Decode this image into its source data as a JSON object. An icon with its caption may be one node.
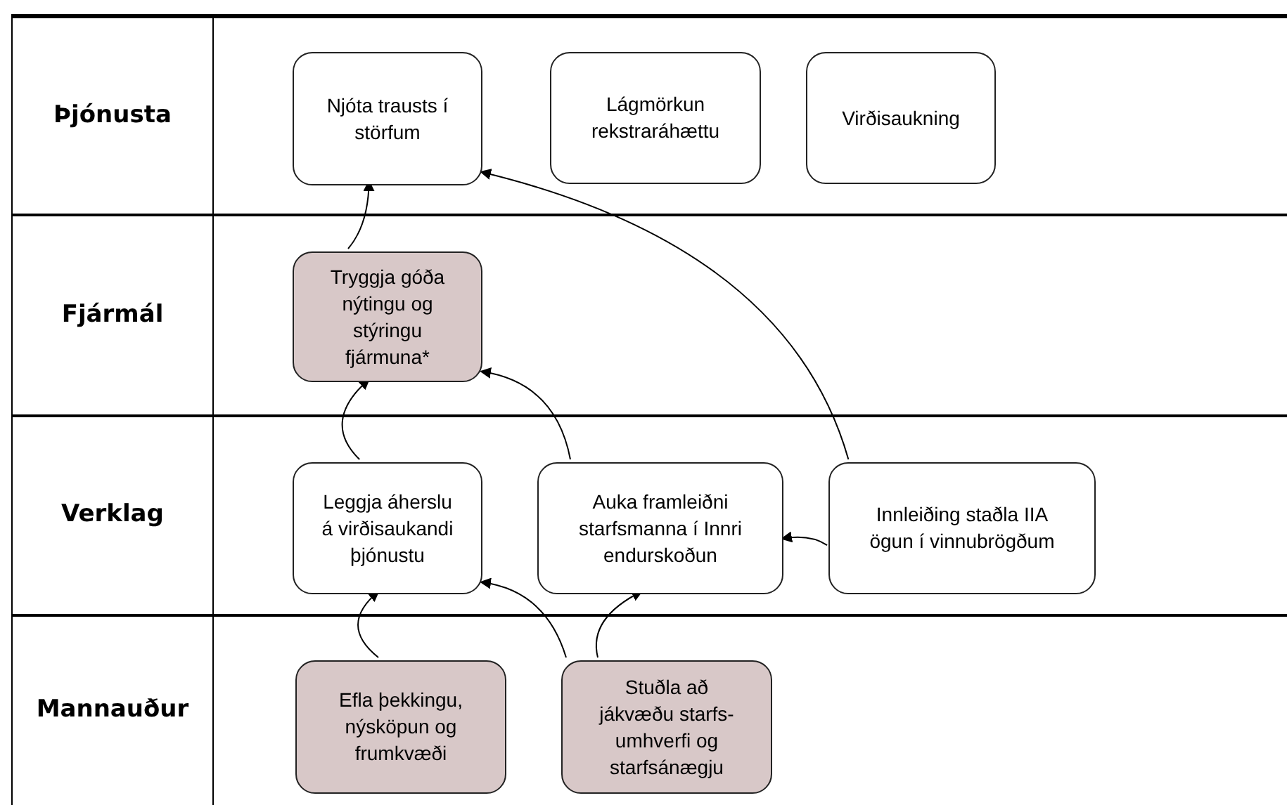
{
  "diagram": {
    "nodes": [
      {
        "text": [
          "Þjónusta"
        ]
      },
      {
        "text": [
          "Njóta trausts í störfum"
        ],
        "in": 0
      },
      {
        "text": [
          "Lágmörkun rekstraráhættu"
        ],
        "in": 0
      },
      {
        "text": [
          "Virðisaukning"
        ],
        "in": 0
      },
      {
        "text": [
          "Fjármál"
        ]
      },
      {
        "text": [
          "Tryggja góða nýtingu og stýringu fjármuna*"
        ],
        "in": 4
      },
      {
        "text": [
          "Verklag"
        ]
      },
      {
        "text": [
          "Leggja áherslu á virðisaukandi þjónustu"
        ],
        "in": 6
      },
      {
        "text": [
          "Auka framleiðni starfsmanna í Innri endurskoðun"
        ],
        "in": 6
      },
      {
        "text": [
          "Innleiðing staðla IIA ögun í vinnubrögðum"
        ],
        "in": 6
      },
      {
        "text": [
          "Mannauður"
        ]
      },
      {
        "text": [
          "Efla þekkingu, nýsköpun og frumkvæði"
        ],
        "in": 10
      },
      {
        "text": [
          "Stuðla að jákvæðu starfs- umhverfi og starfsánægju"
        ],
        "in": 10
      }
    ],
    "edges": [
      {
        "from": 5,
        "to": 1,
        "arrow": "to"
      },
      {
        "from": 7,
        "to": 5,
        "arrow": "to"
      },
      {
        "from": 8,
        "to": 5,
        "arrow": "to"
      },
      {
        "from": 9,
        "to": 1,
        "arrow": "to"
      },
      {
        "from": 9,
        "to": 8,
        "arrow": "to"
      },
      {
        "from": 11,
        "to": 7,
        "arrow": "to"
      },
      {
        "from": 12,
        "to": 7,
        "arrow": "to"
      },
      {
        "from": 12,
        "to": 8,
        "arrow": "to"
      }
    ]
  }
}
